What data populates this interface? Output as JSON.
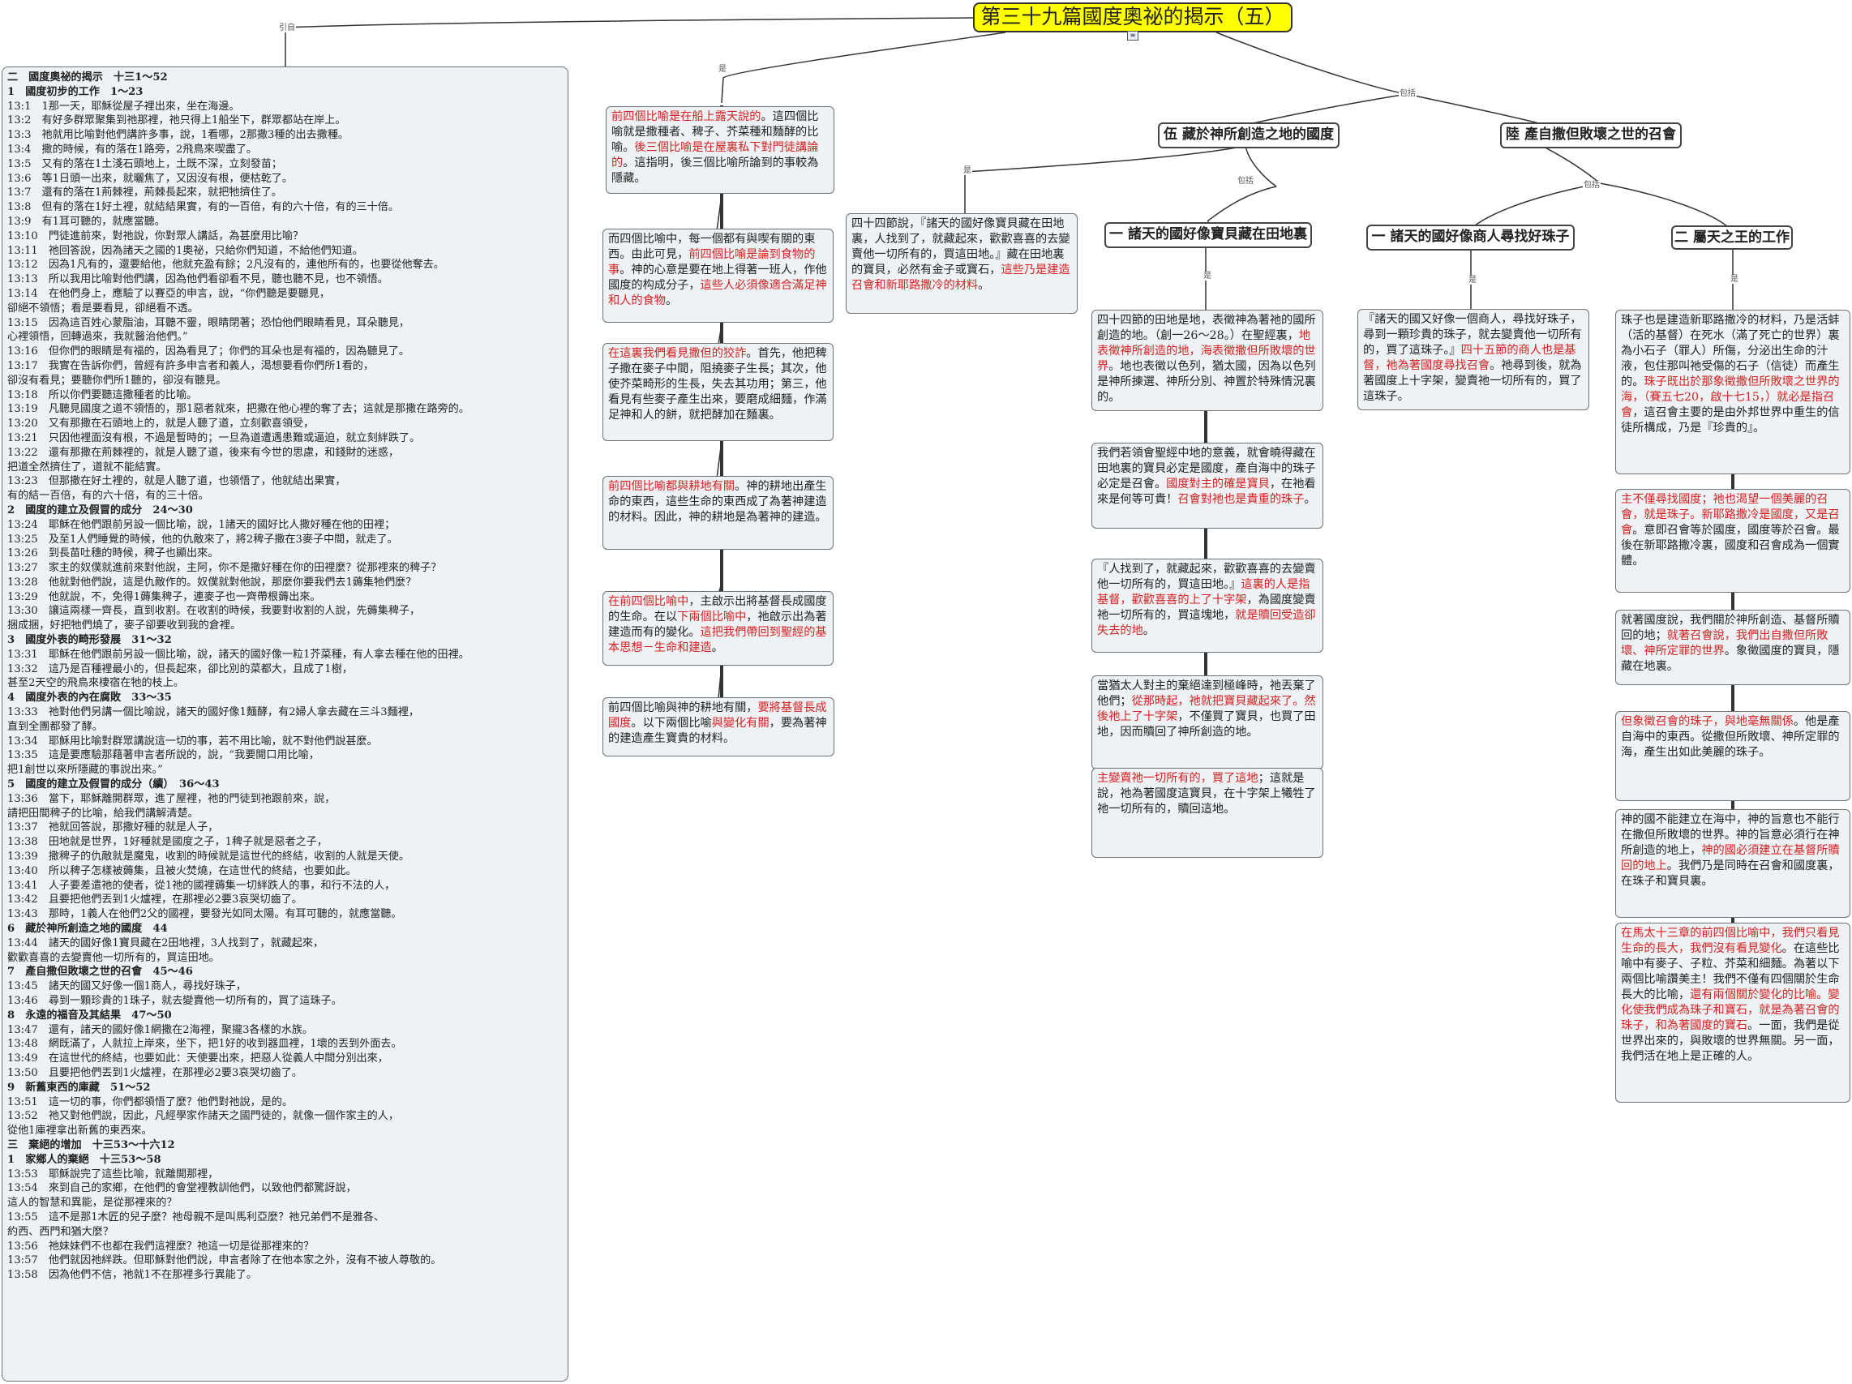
{
  "title": "第三十九篇國度奧祕的揭示（五）",
  "root_icon": "notes-icon",
  "connectors": {
    "cite": "引自",
    "is": "是",
    "includes": "包括"
  },
  "colors": {
    "root_fill": "#ffff00",
    "note_fill": "#eef2f4",
    "highlight": "#d42222"
  },
  "outline": [
    {
      "t": "二　國度奧祕的揭示　十三1～52",
      "h": true
    },
    {
      "t": "1　國度初步的工作　1～23",
      "h": true
    },
    {
      "t": "13:1　1那一天，耶穌從屋子裡出來，坐在海邊。"
    },
    {
      "t": "13:2　有好多群眾聚集到祂那裡，祂只得上1船坐下，群眾都站在岸上。"
    },
    {
      "t": "13:3　祂就用比喻對他們講許多事，說，1看哪，2那撒3種的出去撒種。"
    },
    {
      "t": "13:4　撒的時候，有的落在1路旁，2飛鳥來喫盡了。"
    },
    {
      "t": "13:5　又有的落在1土淺石頭地上，土既不深，立刻發苗；"
    },
    {
      "t": "13:6　等1日頭一出來，就曬焦了，又因沒有根，便枯乾了。"
    },
    {
      "t": "13:7　還有的落在1荊棘裡，荊棘長起來，就把牠擠住了。"
    },
    {
      "t": "13:8　但有的落在1好土裡，就結結果實，有的一百倍，有的六十倍，有的三十倍。"
    },
    {
      "t": "13:9　有1耳可聽的，就應當聽。"
    },
    {
      "t": "13:10　門徒進前來，對祂說，你對眾人講話，為甚麼用比喻？"
    },
    {
      "t": "13:11　祂回答說，因為諸天之國的1奧祕，只給你們知道，不給他們知道。"
    },
    {
      "t": "13:12　因為1凡有的，還要給他，他就充盈有餘；2凡沒有的，連他所有的，也要從他奪去。"
    },
    {
      "t": "13:13　所以我用比喻對他們講，因為他們看卻看不見，聽也聽不見，也不領悟。"
    },
    {
      "t": "13:14　在他們身上，應驗了以賽亞的申言，說，“你們聽是要聽見，"
    },
    {
      "t": "卻絕不領悟；看是要看見，卻絕看不透。"
    },
    {
      "t": "13:15　因為這百姓心蒙脂油，耳聽不靈，眼睛閉著；恐怕他們眼睛看見，耳朵聽見，"
    },
    {
      "t": "心裡領悟，回轉過來，我就醫治他們。”"
    },
    {
      "t": "13:16　但你們的眼睛是有福的，因為看見了；你們的耳朵也是有福的，因為聽見了。"
    },
    {
      "t": "13:17　我實在告訴你們，曾經有許多申言者和義人，渴想要看你們所1看的，"
    },
    {
      "t": "卻沒有看見；要聽你們所1聽的，卻沒有聽見。"
    },
    {
      "t": "13:18　所以你們要聽這撒種者的比喻。"
    },
    {
      "t": "13:19　凡聽見國度之道不領悟的，那1惡者就來，把撒在他心裡的奪了去；這就是那撒在路旁的。"
    },
    {
      "t": "13:20　又有那撒在石頭地上的，就是人聽了道，立刻歡喜領受，"
    },
    {
      "t": "13:21　只因他裡面沒有根，不過是暫時的；一旦為道遭遇患難或逼迫，就立刻絆跌了。"
    },
    {
      "t": "13:22　還有那撒在荊棘裡的，就是人聽了道，後來有今世的思慮，和錢財的迷惑，"
    },
    {
      "t": "把道全然擠住了，道就不能結實。"
    },
    {
      "t": "13:23　但那撒在好土裡的，就是人聽了道，也領悟了，他就結出果實，"
    },
    {
      "t": "有的結一百倍，有的六十倍，有的三十倍。"
    },
    {
      "t": "2　國度的建立及假冒的成分　24～30",
      "h": true
    },
    {
      "t": "13:24　耶穌在他們跟前另設一個比喻，說，1諸天的國好比人撒好種在他的田裡；"
    },
    {
      "t": "13:25　及至1人們睡覺的時候，他的仇敵來了，將2稗子撒在3麥子中間，就走了。"
    },
    {
      "t": "13:26　到長苗吐穗的時候，稗子也顯出來。"
    },
    {
      "t": "13:27　家主的奴僕就進前來對他說，主阿，你不是撒好種在你的田裡麼？從那裡來的稗子？"
    },
    {
      "t": "13:28　他就對他們說，這是仇敵作的。奴僕就對他說，那麼你要我們去1薅集牠們麼？"
    },
    {
      "t": "13:29　他就說，不，免得1薅集稗子，連麥子也一齊帶根薅出來。"
    },
    {
      "t": "13:30　讓這兩樣一齊長，直到收割。在收割的時候，我要對收割的人說，先薅集稗子，"
    },
    {
      "t": "捆成捆，好把牠們燒了，麥子卻要收到我的倉裡。"
    },
    {
      "t": "3　國度外表的畸形發展　31～32",
      "h": true
    },
    {
      "t": "13:31　耶穌在他們跟前另設一個比喻，說，諸天的國好像一粒1芥菜種，有人拿去種在他的田裡。"
    },
    {
      "t": "13:32　這乃是百種裡最小的，但長起來，卻比別的菜都大，且成了1樹，"
    },
    {
      "t": "甚至2天空的飛鳥來棲宿在牠的枝上。"
    },
    {
      "t": "4　國度外表的內在腐敗　33～35",
      "h": true
    },
    {
      "t": "13:33　祂對他們另講一個比喻說，諸天的國好像1麵酵，有2婦人拿去藏在三斗3麵裡，"
    },
    {
      "t": "直到全團都發了酵。"
    },
    {
      "t": "13:34　耶穌用比喻對群眾講說這一切的事，若不用比喻，就不對他們說甚麼。"
    },
    {
      "t": "13:35　這是要應驗那藉著申言者所說的，說，“我要開口用比喻，"
    },
    {
      "t": "把1創世以來所隱藏的事說出來。”"
    },
    {
      "t": "5　國度的建立及假冒的成分（續）　36～43",
      "h": true
    },
    {
      "t": "13:36　當下，耶穌離開群眾，進了屋裡，祂的門徒到祂跟前來，說，"
    },
    {
      "t": "請把田間稗子的比喻，給我們講解清楚。"
    },
    {
      "t": "13:37　祂就回答說，那撒好種的就是人子，"
    },
    {
      "t": "13:38　田地就是世界，1好種就是國度之子，1稗子就是惡者之子，"
    },
    {
      "t": "13:39　撒稗子的仇敵就是魔鬼，收割的時候就是這世代的終結，收割的人就是天使。"
    },
    {
      "t": "13:40　所以稗子怎樣被薅集，且被火焚燒，在這世代的終結，也要如此。"
    },
    {
      "t": "13:41　人子要差遣祂的使者，從1祂的國裡薅集一切絆跌人的事，和行不法的人，"
    },
    {
      "t": "13:42　且要把他們丟到1火爐裡，在那裡必2要3哀哭切齒了。"
    },
    {
      "t": "13:43　那時，1義人在他們2父的國裡，要發光如同太陽。有耳可聽的，就應當聽。"
    },
    {
      "t": "6　藏於神所創造之地的國度　44",
      "h": true
    },
    {
      "t": "13:44　諸天的國好像1寶貝藏在2田地裡，3人找到了，就藏起來，"
    },
    {
      "t": "歡歡喜喜的去變賣他一切所有的，買這田地。"
    },
    {
      "t": "7　產自撒但敗壞之世的召會　45～46",
      "h": true
    },
    {
      "t": "13:45　諸天的國又好像一個1商人，尋找好珠子，"
    },
    {
      "t": "13:46　尋到一顆珍貴的1珠子，就去變賣他一切所有的，買了這珠子。"
    },
    {
      "t": "8　永遠的福音及其結果　47～50",
      "h": true
    },
    {
      "t": "13:47　還有，諸天的國好像1網撒在2海裡，聚攏3各樣的水族。"
    },
    {
      "t": "13:48　網既滿了，人就拉上岸來，坐下，把1好的收到器皿裡，1壞的丟到外面去。"
    },
    {
      "t": "13:49　在這世代的終結，也要如此：天使要出來，把惡人從義人中間分別出來，"
    },
    {
      "t": "13:50　且要把他們丟到1火爐裡，在那裡必2要3哀哭切齒了。"
    },
    {
      "t": "9　新舊東西的庫藏　51～52",
      "h": true
    },
    {
      "t": "13:51　這一切的事，你們都領悟了麼？他們對祂說，是的。"
    },
    {
      "t": "13:52　祂又對他們說，因此，凡經學家作諸天之國門徒的，就像一個作家主的人，"
    },
    {
      "t": "從他1庫裡拿出新舊的東西來。"
    },
    {
      "t": "三　棄絕的增加　十三53～十六12",
      "h": true
    },
    {
      "t": "1　家鄉人的棄絕　十三53～58",
      "h": true
    },
    {
      "t": "13:53　耶穌說完了這些比喻，就離開那裡，"
    },
    {
      "t": "13:54　來到自己的家鄉，在他們的會堂裡教訓他們，以致他們都驚訝說，"
    },
    {
      "t": "這人的智慧和異能，是從那裡來的？"
    },
    {
      "t": "13:55　這不是那1木匠的兒子麼？祂母親不是叫馬利亞麼？祂兄弟們不是雅各、"
    },
    {
      "t": "約西、西門和猶大麼？"
    },
    {
      "t": "13:56　祂妹妹們不也都在我們這裡麼？祂這一切是從那裡來的？"
    },
    {
      "t": "13:57　他們就因祂絆跌。但耶穌對他們說，申言者除了在他本家之外，沒有不被人尊敬的。"
    },
    {
      "t": "13:58　因為他們不信，祂就1不在那裡多行異能了。"
    }
  ],
  "col1": [
    [
      [
        "r",
        "前四個比喻是在船上露天說的"
      ],
      [
        "n",
        "。這四個比喻就是撒種者、稗子、芥菜種和麵酵的比喻。"
      ],
      [
        "r",
        "後三個比喻是在屋裏私下對門徒講論的"
      ],
      [
        "n",
        "。這指明，後三個比喻所論到的事較為隱藏。"
      ]
    ],
    [
      [
        "n",
        "而四個比喻中，每一個都有與喫有關的東西。由此可見，"
      ],
      [
        "r",
        "前四個比喻是論到食物的事"
      ],
      [
        "n",
        "。神的心意是要在地上得著一班人，作他國度的构成分子，"
      ],
      [
        "r",
        "這些人必須像適合滿足神和人的食物"
      ],
      [
        "n",
        "。"
      ]
    ],
    [
      [
        "r",
        "在這裏我們看見撒但的狡詐"
      ],
      [
        "n",
        "。首先，他把稗子撒在麥子中間，阻撓麥子生長；其次，他使芥菜畸形的生長，失去其功用；第三，他看見有些麥子產生出來，要磨成細麵，作滿足神和人的餅，就把酵加在麵裏。"
      ]
    ],
    [
      [
        "r",
        "前四個比喻都與耕地有關"
      ],
      [
        "n",
        "。神的耕地出產生命的東西，這些生命的東西成了為著神建造的材料。因此，神的耕地是為著神的建造。"
      ]
    ],
    [
      [
        "r",
        "在前四個比喻中"
      ],
      [
        "n",
        "，主啟示出將基督長成國度的生命。在以"
      ],
      [
        "r",
        "下兩個比喻中"
      ],
      [
        "n",
        "，祂啟示出為著建造而有的變化。"
      ],
      [
        "r",
        "這把我們帶回到聖經的基本思想－生命和建造"
      ],
      [
        "n",
        "。"
      ]
    ],
    [
      [
        "n",
        "前四個比喻與神的耕地有關，"
      ],
      [
        "r",
        "要將基督長成國度"
      ],
      [
        "n",
        "。以下兩個比喻"
      ],
      [
        "r",
        "與變化有關"
      ],
      [
        "n",
        "，要為著神的建造產生寶貴的材料。"
      ]
    ]
  ],
  "col2": [
    [
      [
        "n",
        "四十四節說，『諸天的國好像寶貝藏在田地裏，人找到了，就藏起來，歡歡喜喜的去變賣他一切所有的，買這田地。』藏在田地裏的寶貝，必然有金子或寶石，"
      ],
      [
        "r",
        "這些乃是建造召會和新耶路撒冷的材料"
      ],
      [
        "n",
        "。"
      ]
    ]
  ],
  "col3": [
    [
      [
        "n",
        "四十四節的田地是地，表徵神為著祂的國所創造的地。（創一26～28。）在聖經裏，"
      ],
      [
        "r",
        "地表徵神所創造的地，海表徵撒但所敗壞的世界"
      ],
      [
        "n",
        "。地也表徵以色列，猶太國，因為以色列是神所揀選、神所分別、神置於特殊情況裏的。"
      ]
    ],
    [
      [
        "n",
        "我們若領會聖經中地的意義，就會曉得藏在田地裏的寶貝必定是國度，產自海中的珠子必定是召會。"
      ],
      [
        "r",
        "國度對主的確是寶貝"
      ],
      [
        "n",
        "，在祂看來是何等可貴！"
      ],
      [
        "r",
        "召會對祂也是貴重的珠子"
      ],
      [
        "n",
        "。"
      ]
    ],
    [
      [
        "n",
        "『人找到了，就藏起來，歡歡喜喜的去變賣他一切所有的，買這田地。』"
      ],
      [
        "r",
        "這裏的人是指基督，歡歡喜喜的上了十字架"
      ],
      [
        "n",
        "，為國度變賣祂一切所有的，買這塊地，"
      ],
      [
        "r",
        "就是贖回受造卻失去的地"
      ],
      [
        "n",
        "。"
      ]
    ],
    [
      [
        "n",
        "當猶太人對主的棄絕達到極峰時，祂丟棄了他們；"
      ],
      [
        "r",
        "從那時起，祂就把寶貝藏起來了。然後祂上了十字架"
      ],
      [
        "n",
        "，不僅買了寶貝，也買了田地，因而贖回了神所創造的地。"
      ]
    ],
    [
      [
        "r",
        "主變賣祂一切所有的，買了這地"
      ],
      [
        "n",
        "；這就是說，祂為著國度這寶貝，在十字架上犧牲了祂一切所有的，贖回這地。"
      ]
    ]
  ],
  "col4": [
    [
      [
        "n",
        "『諸天的國又好像一個商人，尋找好珠子，尋到一顆珍貴的珠子，就去變賣他一切所有的，買了這珠子。』"
      ],
      [
        "r",
        "四十五節的商人也是基督，祂為著國度尋找召會"
      ],
      [
        "n",
        "。祂尋到後，就為著國度上十字架，變賣祂一切所有的，買了這珠子。"
      ]
    ]
  ],
  "col5": [
    [
      [
        "n",
        "珠子也是建造新耶路撒冷的材料，乃是活蚌（活的基督）在死水（滿了死亡的世界）裏為小石子（罪人）所傷，分泌出生命的汁液，包住那叫祂受傷的石子（信徒）而產生的。"
      ],
      [
        "r",
        "珠子既出於那象徵撒但所敗壞之世界的海，（賽五七20，啟十七15，）就必是指召會"
      ],
      [
        "n",
        "，這召會主要的是由外邦世界中重生的信徒所構成，乃是『珍貴的』。"
      ]
    ],
    [
      [
        "r",
        "主不僅尋找國度；祂也渴望一個美麗的召會，就是珠子。新耶路撒冷是國度，又是召會"
      ],
      [
        "n",
        "。意即召會等於國度，國度等於召會。最後在新耶路撒冷裏，國度和召會成為一個實體。"
      ]
    ],
    [
      [
        "n",
        "就著國度說，我們關於神所創造、基督所贖回的地；"
      ],
      [
        "r",
        "就著召會說，我們出自撒但所敗壞、神所定罪的世界"
      ],
      [
        "n",
        "。象徵國度的寶貝，隱藏在地裏。"
      ]
    ],
    [
      [
        "r",
        "但象徵召會的珠子，與地毫無關係"
      ],
      [
        "n",
        "。他是產自海中的東西。從撒但所敗壞、神所定罪的海，產生出如此美麗的珠子。"
      ]
    ],
    [
      [
        "n",
        "神的國不能建立在海中，神的旨意也不能行在撒但所敗壞的世界。神的旨意必須行在神所創造的地上，"
      ],
      [
        "r",
        "神的國必須建立在基督所贖回的地上"
      ],
      [
        "n",
        "。我們乃是同時在召會和國度裏，在珠子和寶貝裏。"
      ]
    ],
    [
      [
        "r",
        "在馬太十三章的前四個比喻中，我們只看見生命的長大，我們沒有看見變化"
      ],
      [
        "n",
        "。在這些比喻中有麥子、子粒、芥菜和細麵。為著以下兩個比喻讚美主！我們不僅有四個關於生命長大的比喻，"
      ],
      [
        "r",
        "還有兩個關於變化的比喻。變化使我們成為珠子和寶石，就是為著召會的珠子，和為著國度的寶石"
      ],
      [
        "n",
        "。一面，我們是從世界出來的，與敗壞的世界無關。另一面，我們活在地上是正確的人。"
      ]
    ]
  ],
  "topics": {
    "wu": "伍 藏於神所創造之地的國度",
    "lu": "陸 產自撒但敗壞之世的召會",
    "wu1": "一 諸天的國好像寶貝藏在田地裏",
    "lu1": "一 諸天的國好像商人尋找好珠子",
    "lu2": "二 屬天之王的工作"
  }
}
